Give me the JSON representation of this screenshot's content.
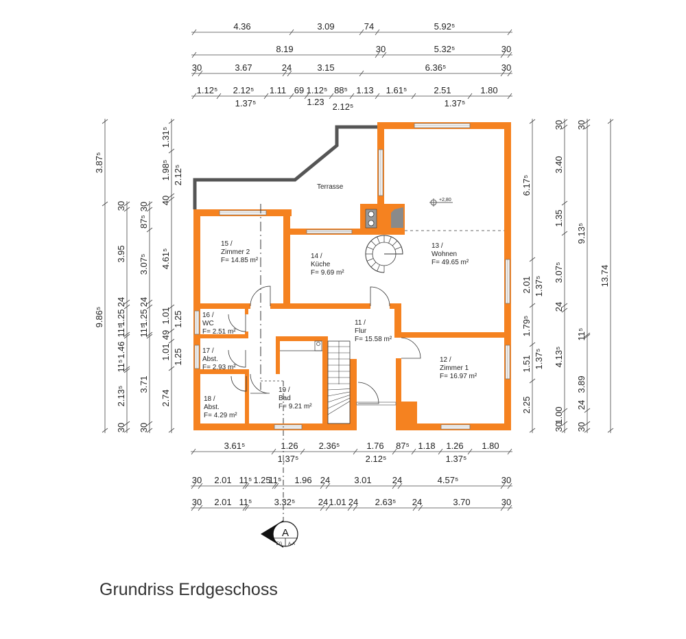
{
  "title": "Grundriss Erdgeschoss",
  "terrace_label": "Terrasse",
  "level_mark": "+2,80",
  "rooms": [
    {
      "number": "15  /",
      "name": "Zimmer 2",
      "area": "F= 14.85 m²"
    },
    {
      "number": "14  /",
      "name": "Küche",
      "area": "F= 9.69 m²"
    },
    {
      "number": "13  /",
      "name": "Wohnen",
      "area": "F= 49.65 m²"
    },
    {
      "number": "16  /",
      "name": "WC",
      "area": "F= 2.51 m²"
    },
    {
      "number": "11  /",
      "name": "Flur",
      "area": "F= 15.58 m²"
    },
    {
      "number": "17  /",
      "name": "Abst.",
      "area": "F= 2.93 m²"
    },
    {
      "number": "12  /",
      "name": "Zimmer 1",
      "area": "F= 16.97 m²"
    },
    {
      "number": "18  /",
      "name": "Abst.",
      "area": "F= 4.29 m²"
    },
    {
      "number": "19  /",
      "name": "Bad",
      "area": "F= 9.21 m²"
    }
  ],
  "section_marker": {
    "letter": "A",
    "floor": "EG",
    "section": "A-A"
  },
  "dimensions": {
    "top": [
      [
        "4.36",
        "3.09",
        "74",
        "5.92⁵"
      ],
      [
        "8.19",
        "30",
        "5.32⁵",
        "30"
      ],
      [
        "30",
        "3.67",
        "24",
        "3.15",
        "6.36⁵",
        "30"
      ],
      [
        "1.12⁵",
        "2.12⁵",
        "1.11",
        "69",
        "1.12⁵",
        "88⁵",
        "1.13",
        "1.61⁵",
        "2.51",
        "1.80",
        "1.37⁵",
        "1.23",
        "2.12⁵",
        "1.37⁵"
      ]
    ],
    "bottom": [
      [
        "3.61⁵",
        "1.26",
        "2.36⁵",
        "1.76",
        "87⁵",
        "1.18",
        "1.26",
        "1.80",
        "1,37⁵",
        "2.12⁵",
        "1.37⁵"
      ],
      [
        "30",
        "2.01",
        "11⁵",
        "1.25",
        "11⁵",
        "1.96",
        "24",
        "3.01",
        "24",
        "4.57⁵",
        "30"
      ],
      [
        "30",
        "2.01",
        "11⁵",
        "3.32⁵",
        "24",
        "1.01",
        "24",
        "2.63⁵",
        "24",
        "3.70",
        "30"
      ]
    ],
    "left": [
      [
        "3.87⁵",
        "9.86⁵"
      ],
      [
        "30",
        "3.95",
        "24",
        "1.25",
        "11⁵",
        "1.46",
        "11⁵",
        "2.13⁵",
        "30"
      ],
      [
        "30",
        "87⁵",
        "3.07⁵",
        "24",
        "1.25",
        "11⁵",
        "3.71",
        "30"
      ],
      [
        "1.31⁵",
        "1.98⁵",
        "40",
        "4.61⁵",
        "1.01",
        "49",
        "1.01",
        "2.74",
        "2.12⁵",
        "1.25",
        "1.25"
      ]
    ],
    "right": [
      [
        "6.17⁵",
        "2.01",
        "1.79⁵",
        "1.51",
        "2.25",
        "1.37⁵",
        "1.37⁵"
      ],
      [
        "30",
        "3.40",
        "1.35",
        "3.07⁵",
        "24",
        "4.13⁵",
        "1.00",
        "30"
      ],
      [
        "30",
        "9.13⁵",
        "11⁵",
        "3.89",
        "24",
        "30"
      ],
      [
        "13.74"
      ]
    ]
  }
}
